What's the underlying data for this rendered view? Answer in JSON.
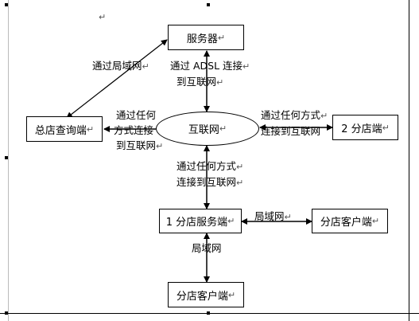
{
  "nodes": {
    "server": "服务器",
    "internet": "互联网",
    "hq_client": "总店查询端",
    "branch2": "2 分店端",
    "branch1_server": "1 分店服务端",
    "branch_client_right": "分店客户端",
    "branch_client_bottom": "分店客户端"
  },
  "labels": {
    "lan_top": "通过局域网",
    "adsl_line1": "通过 ADSL 连接",
    "adsl_line2": "到互联网",
    "hq_line1": "通过任何",
    "hq_line2": "方式连接",
    "hq_line3": "到互联网",
    "branch2_line1": "通过任何方式",
    "branch2_line2": "连接到互联网",
    "branch1_line1": "通过任何方式",
    "branch1_line2": "连接到互联网",
    "lan_right": "局域网",
    "lan_bottom": "局域网"
  },
  "paragraph_mark": "↵"
}
